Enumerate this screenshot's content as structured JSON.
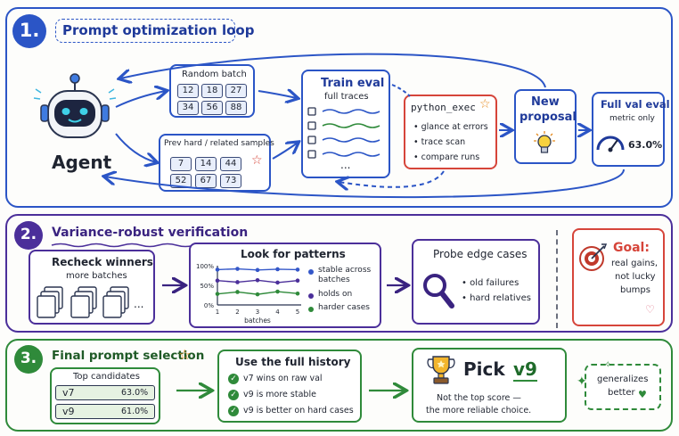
{
  "section1": {
    "number": "1.",
    "title": "Prompt optimization loop",
    "agent_label": "Agent",
    "random_batch": {
      "title": "Random batch",
      "values": [
        "12",
        "18",
        "27",
        "34",
        "56",
        "88"
      ]
    },
    "prev_hard": {
      "title": "Prev hard / related samples",
      "values": [
        "7",
        "14",
        "44",
        "52",
        "67",
        "73"
      ]
    },
    "train_eval": {
      "title": "Train eval",
      "subtitle": "full traces",
      "ellipsis": "..."
    },
    "python_exec": {
      "title": "python_exec",
      "items": [
        "glance at errors",
        "trace scan",
        "compare runs"
      ]
    },
    "new_proposal": {
      "line1": "New",
      "line2": "proposal"
    },
    "full_val_eval": {
      "title": "Full val eval",
      "subtitle": "metric only",
      "value": "63.0%"
    }
  },
  "section2": {
    "number": "2.",
    "title": "Variance-robust verification",
    "recheck": {
      "title": "Recheck winners",
      "subtitle": "more batches",
      "ellipsis": "..."
    },
    "patterns": {
      "title": "Look for patterns",
      "legend": [
        "stable across batches",
        "holds on",
        "harder cases"
      ],
      "xlabel": "batches"
    },
    "probe": {
      "title": "Probe edge cases",
      "items": [
        "old failures",
        "hard relatives"
      ]
    },
    "goal": {
      "title": "Goal:",
      "text": [
        "real gains,",
        "not lucky",
        "bumps"
      ]
    }
  },
  "section3": {
    "number": "3.",
    "title": "Final prompt selection",
    "candidates": {
      "title": "Top candidates",
      "rows": [
        {
          "name": "v7",
          "score": "63.0%"
        },
        {
          "name": "v9",
          "score": "61.0%"
        }
      ]
    },
    "history": {
      "title": "Use the full history",
      "items": [
        "v7  wins on raw val",
        "v9  is more stable",
        "v9  is better on hard cases"
      ]
    },
    "pick": {
      "label": "Pick",
      "version": "v9",
      "note1": "Not the top score —",
      "note2": "the more reliable choice."
    },
    "generalizes": {
      "line1": "generalizes",
      "line2": "better"
    }
  },
  "chart_data": {
    "type": "line",
    "x": [
      1,
      2,
      3,
      4,
      5
    ],
    "xlabel": "batches",
    "ylim": [
      0,
      100
    ],
    "yticks": [
      "0%",
      "50%",
      "100%"
    ],
    "xticks": [
      "1",
      "2",
      "3",
      "4",
      "5"
    ],
    "series": [
      {
        "name": "stable across batches",
        "values": [
          90,
          92,
          89,
          91,
          90
        ],
        "color": "#3457c9"
      },
      {
        "name": "holds on",
        "values": [
          62,
          58,
          63,
          57,
          62
        ],
        "color": "#4b2f9a"
      },
      {
        "name": "harder cases",
        "values": [
          28,
          33,
          27,
          34,
          29
        ],
        "color": "#2f8a3a"
      }
    ]
  },
  "colors": {
    "blue": "#2b55c6",
    "purple": "#4b2f9a",
    "green": "#2f8a3a",
    "red": "#d6453a",
    "orange": "#e58a1f"
  }
}
